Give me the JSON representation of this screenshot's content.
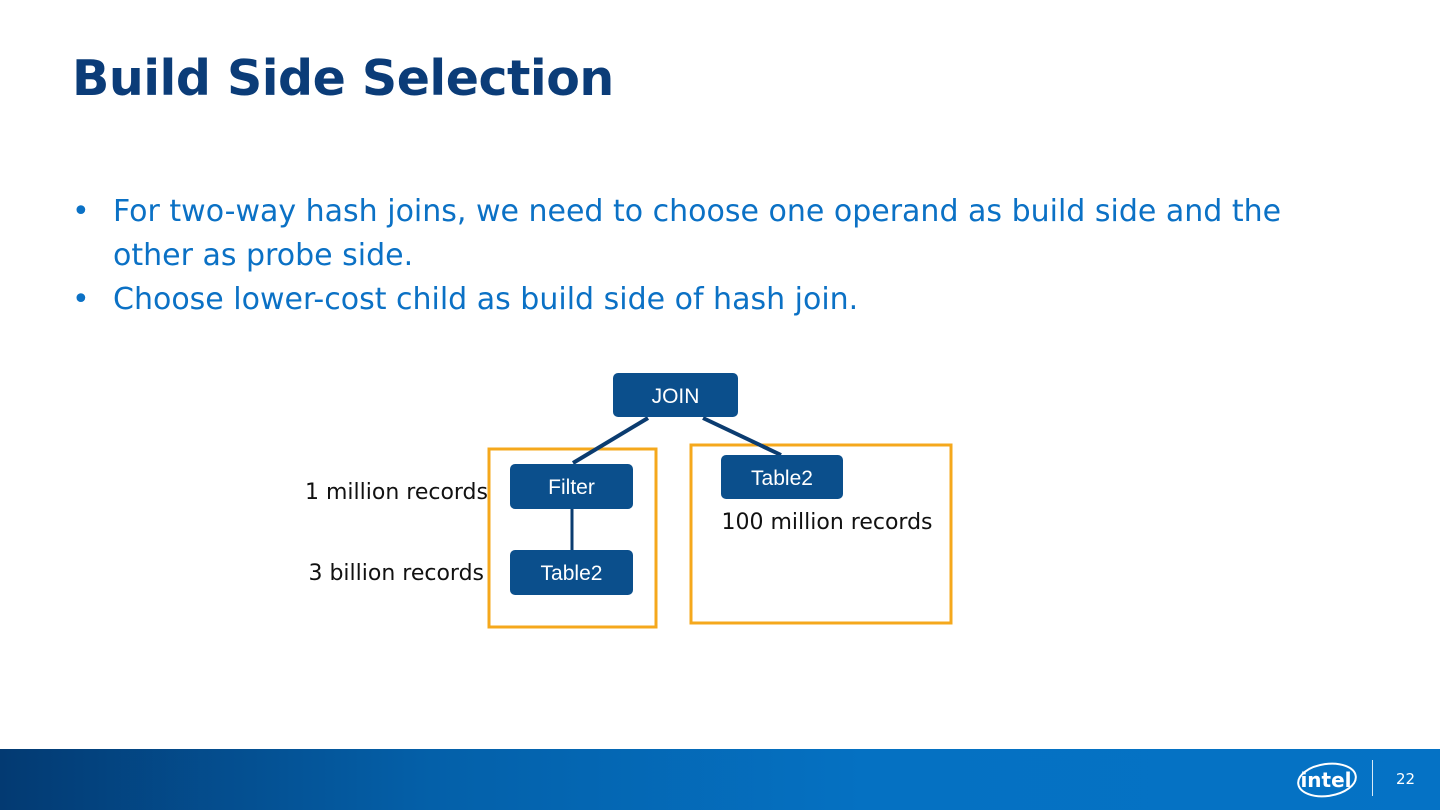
{
  "slide": {
    "title": "Build Side Selection",
    "bullets": [
      "For two-way hash joins, we need to choose one operand as build side and the other as probe side.",
      "Choose lower-cost child as build side of hash join."
    ],
    "bullet_glyph": "•",
    "page_number": "22"
  },
  "diagram": {
    "nodes": {
      "join": "JOIN",
      "filter": "Filter",
      "left_table": "Table2",
      "right_table": "Table2"
    },
    "annotations": {
      "filter_records": "1 million records",
      "left_table_records": "3 billion records",
      "right_table_records": "100 million records"
    },
    "colors": {
      "node_fill": "#0b4f8c",
      "edge": "#0b3c70",
      "highlight_box": "#f5a81c"
    }
  },
  "footer": {
    "logo_text": "intel",
    "background_color": "#0571c2"
  }
}
